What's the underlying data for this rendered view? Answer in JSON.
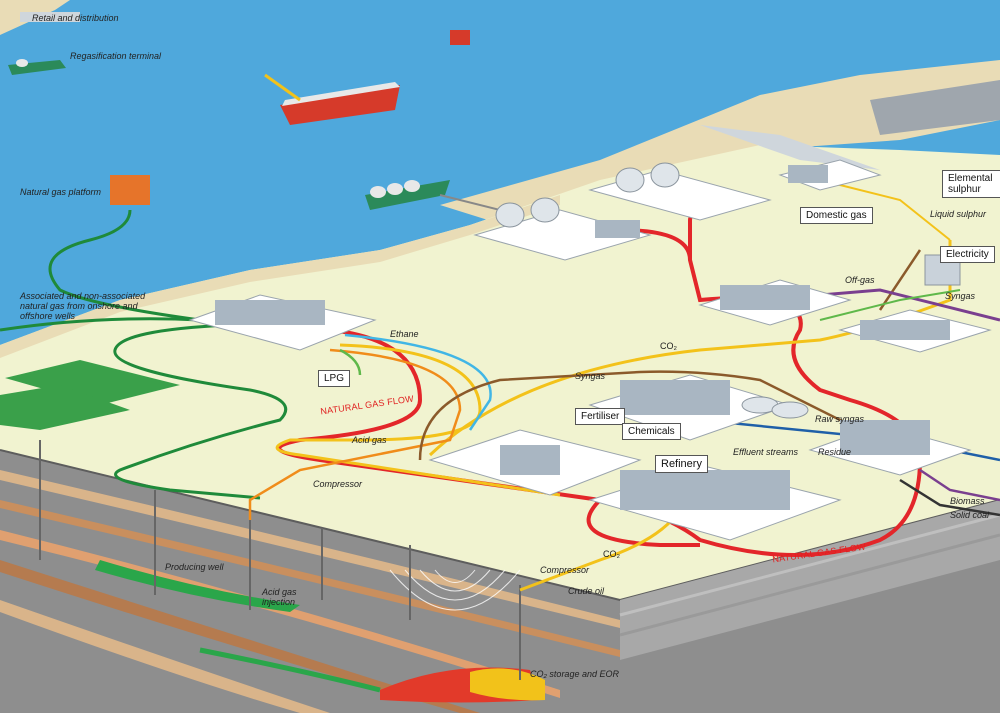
{
  "labels": {
    "retail": "Retail and distribution",
    "regas": "Regasification terminal",
    "platform": "Natural gas platform",
    "wells": "Associated and non-associated natural gas from onshore and offshore wells",
    "lpg": "LPG",
    "ethane": "Ethane",
    "acid_gas": "Acid gas",
    "compressor1": "Compressor",
    "compressor2": "Compressor",
    "producing_well": "Producing well",
    "acid_gas_injection": "Acid gas injection",
    "co2_storage": "CO₂ storage and EOR",
    "co2_top": "CO₂",
    "co2_bottom": "CO₂",
    "crude_oil": "Crude oil",
    "syngas_left": "Syngas",
    "syngas_right": "Syngas",
    "fertiliser": "Fertiliser",
    "chemicals": "Chemicals",
    "refinery": "Refinery",
    "effluent": "Effluent streams",
    "residue": "Residue",
    "raw_syngas": "Raw syngas",
    "biomass": "Biomass",
    "solid_coal": "Solid coal",
    "domestic_gas": "Domestic gas",
    "elemental_sulphur": "Elemental sulphur",
    "liquid_sulphur": "Liquid sulphur",
    "electricity": "Electricity",
    "off_gas": "Off-gas",
    "flow_left": "NATURAL GAS FLOW",
    "flow_right": "NATURAL GAS FLOW"
  },
  "colors": {
    "sea": "#4fa8dc",
    "land": "#f1f3d0",
    "sand": "#e9dcb6",
    "natural_gas": "#e3262a",
    "syngas": "#8b5a2b",
    "co2": "#f3c21a",
    "acid_gas": "#f08c1a",
    "ethane": "#41b6e6",
    "lpg": "#5fb84a",
    "pipeline_green": "#1f8a3a",
    "offgas": "#7a3f8f"
  }
}
